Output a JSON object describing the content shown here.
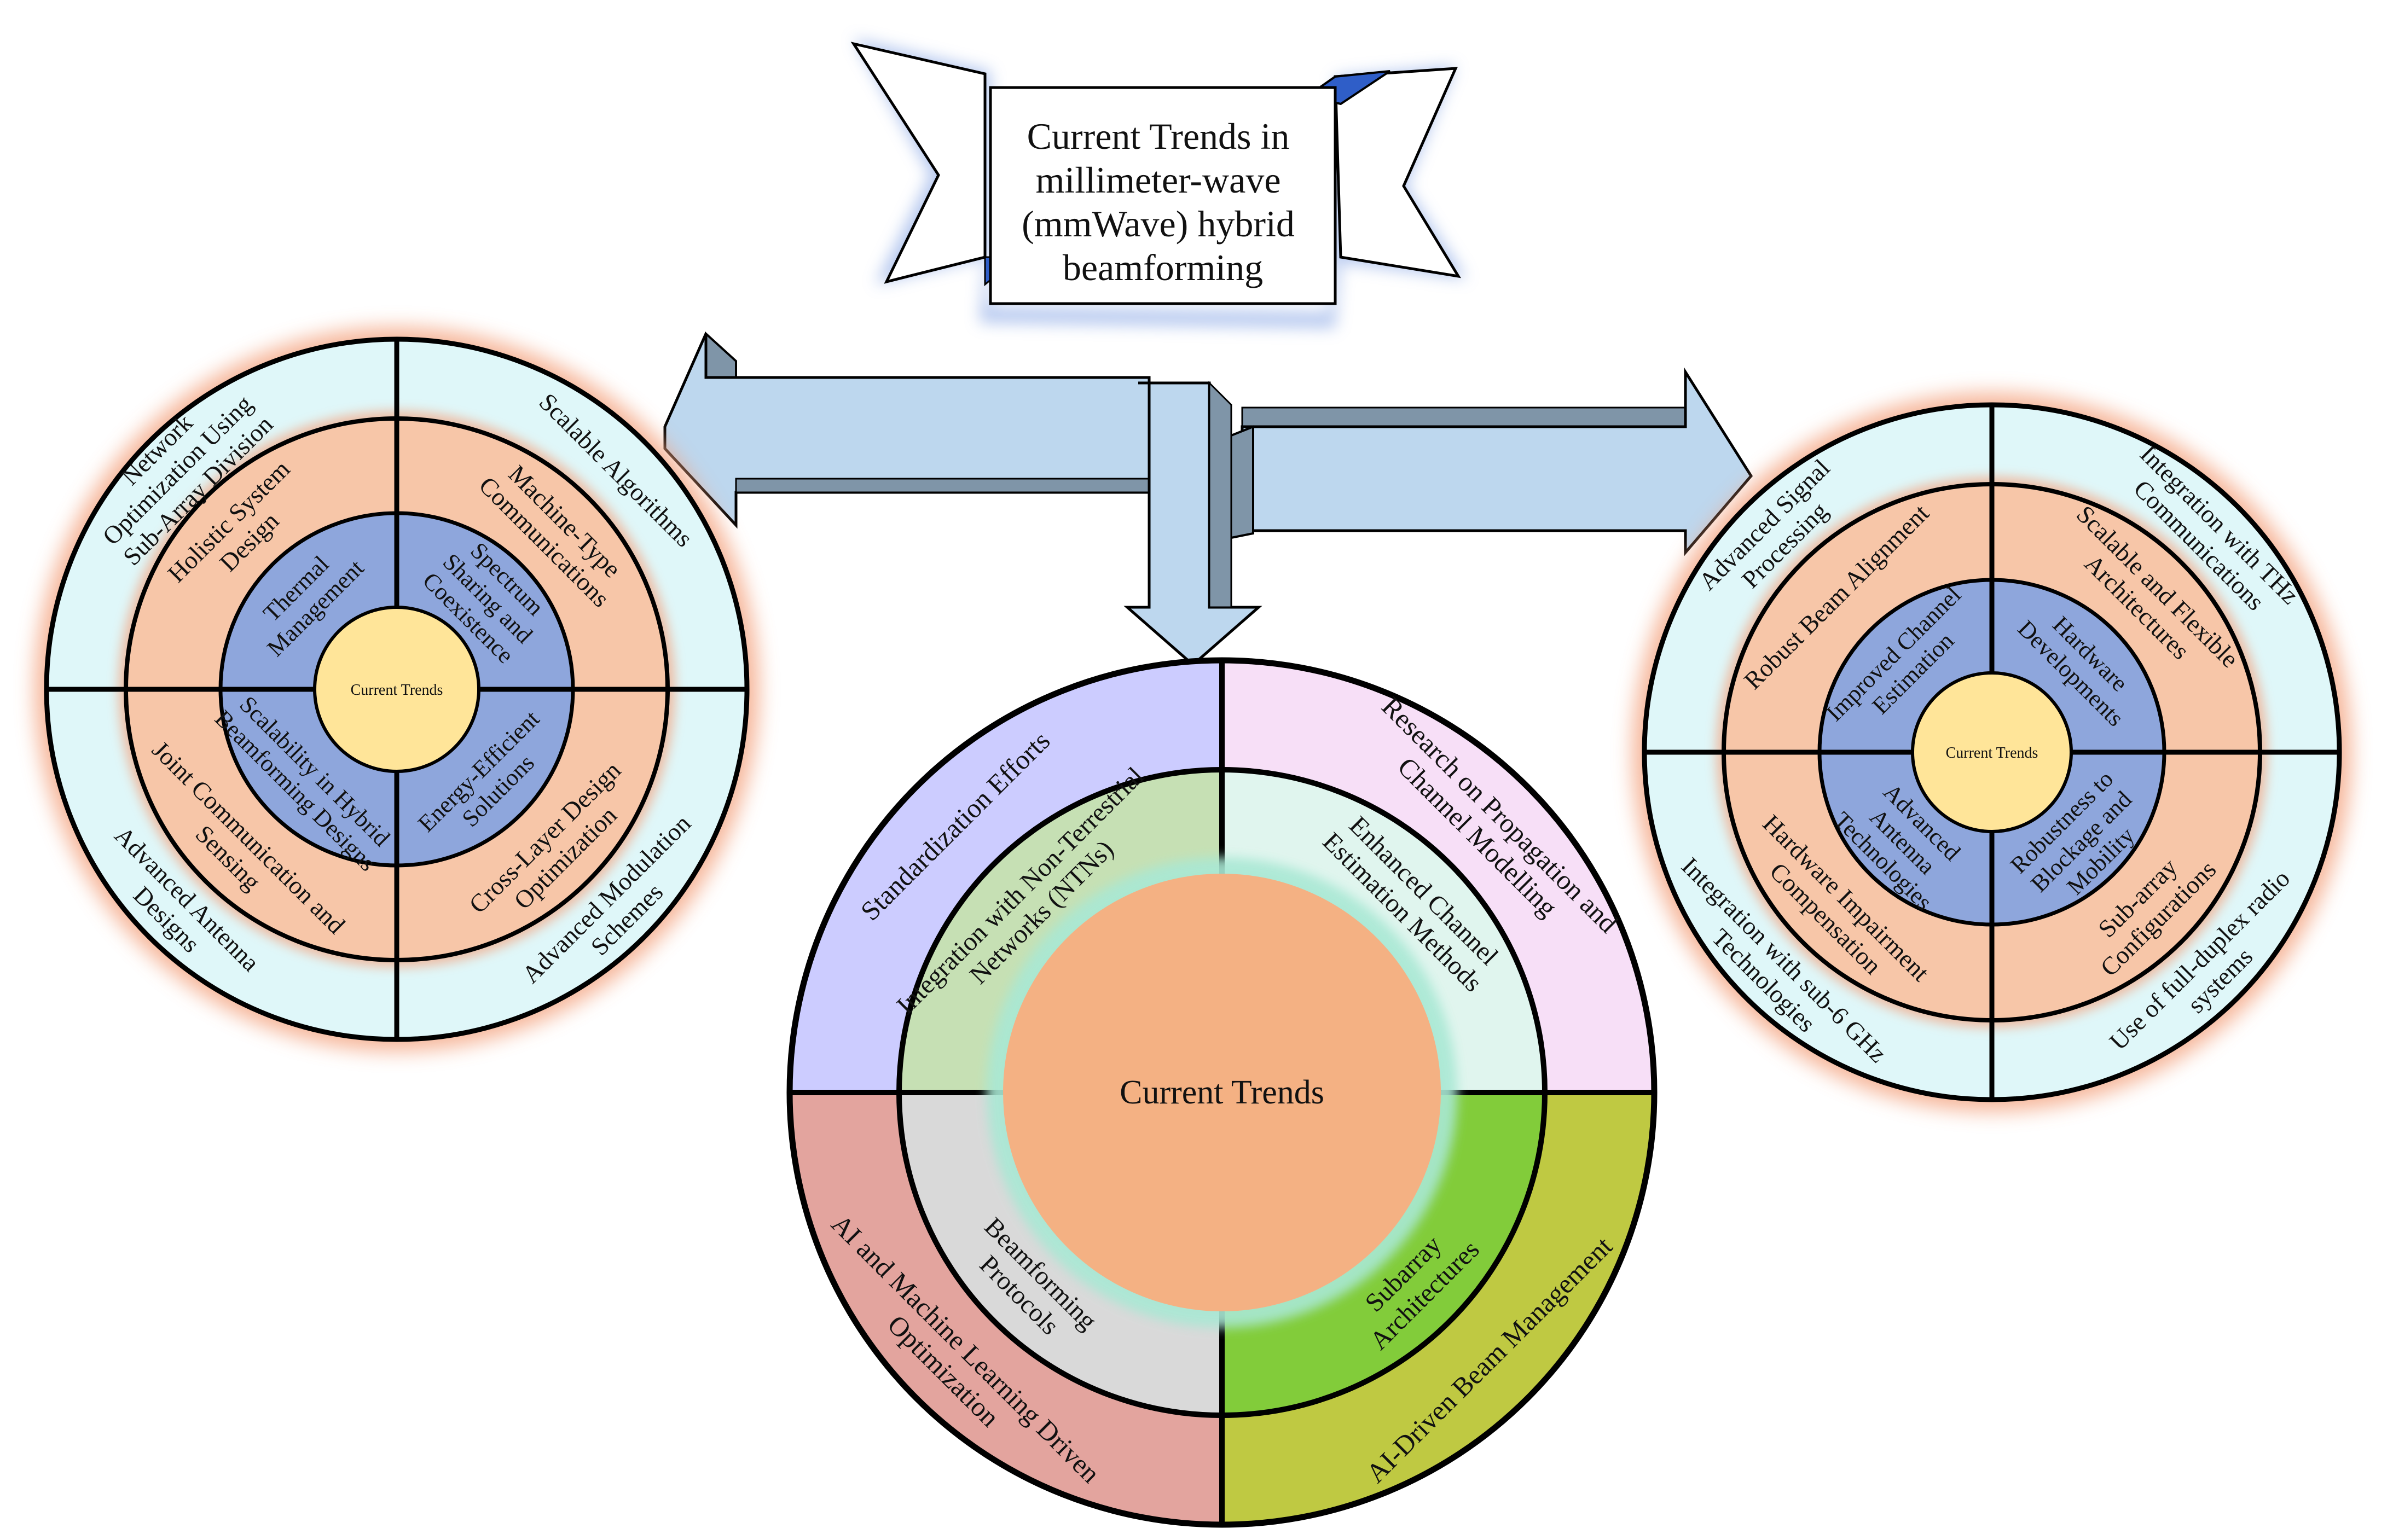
{
  "title": {
    "lines": [
      "Current Trends in",
      "millimeter-wave",
      "(mmWave) hybrid",
      "beamforming"
    ]
  },
  "colors": {
    "arrow_fill": "#bdd7ee",
    "arrow_side": "#7f95a8",
    "ring_glow": "#f4a582",
    "left_outer": "#dff7f9",
    "left_middle": "#f7c6a8",
    "left_inner": "#8ea6dc",
    "left_center": "#ffe599",
    "center_circle": "#f4b183"
  },
  "left_wheel": {
    "center_label": "Current Trends",
    "outer": [
      {
        "lines": [
          "Network",
          "Optimization Using",
          "Sub-Array Division"
        ]
      },
      {
        "lines": [
          "Scalable Algorithms"
        ]
      },
      {
        "lines": [
          "Advanced Modulation",
          "Schemes"
        ]
      },
      {
        "lines": [
          "Advanced Antenna",
          "Designs"
        ]
      }
    ],
    "middle": [
      {
        "lines": [
          "Holistic System",
          "Design"
        ]
      },
      {
        "lines": [
          "Machine-Type",
          "Communications"
        ]
      },
      {
        "lines": [
          "Cross-Layer Design",
          "Optimization"
        ]
      },
      {
        "lines": [
          "Joint Communication and",
          "Sensing"
        ]
      }
    ],
    "inner": [
      {
        "lines": [
          "Thermal",
          "Management"
        ]
      },
      {
        "lines": [
          "Spectrum",
          "Sharing and",
          "Coexistence"
        ]
      },
      {
        "lines": [
          "Energy-Efficient",
          "Solutions"
        ]
      },
      {
        "lines": [
          "Scalability in Hybrid",
          "Beamforming Designs"
        ]
      }
    ]
  },
  "right_wheel": {
    "center_label": "Current Trends",
    "outer": [
      {
        "lines": [
          "Advanced Signal",
          "Processing"
        ]
      },
      {
        "lines": [
          "Integration with THz",
          "Communications"
        ]
      },
      {
        "lines": [
          "Use of full-duplex radio",
          "systems"
        ]
      },
      {
        "lines": [
          "Integration with sub-6 GHz",
          "Technologies"
        ]
      }
    ],
    "middle": [
      {
        "lines": [
          "Robust Beam Alignment"
        ]
      },
      {
        "lines": [
          "Scalable and Flexible",
          "Architectures"
        ]
      },
      {
        "lines": [
          "Sub-array",
          "Configurations"
        ]
      },
      {
        "lines": [
          "Hardware Impairment",
          "Compensation"
        ]
      }
    ],
    "inner": [
      {
        "lines": [
          "Improved Channel",
          "Estimation"
        ]
      },
      {
        "lines": [
          "Hardware",
          "Developments"
        ]
      },
      {
        "lines": [
          "Robustness to",
          "Blockage and",
          "Mobility"
        ]
      },
      {
        "lines": [
          "Advanced",
          "Antenna",
          "Technologies"
        ]
      }
    ]
  },
  "center_wheel": {
    "center_label": "Current Trends",
    "outer": [
      {
        "lines": [
          "Standardization Efforts"
        ],
        "color": "#ccccff"
      },
      {
        "lines": [
          "Research on Propagation and",
          "Channel Modelling"
        ],
        "color": "#f7dff7"
      },
      {
        "lines": [
          "AI-Driven Beam Management"
        ],
        "color": "#bfc942"
      },
      {
        "lines": [
          "AI and Machine Learning Driven",
          "Optimization"
        ],
        "color": "#e3a49e"
      }
    ],
    "middle": [
      {
        "lines": [
          "Integration with Non-Terrestrial",
          "Networks (NTNs)"
        ],
        "color": "#c6e0b4"
      },
      {
        "lines": [
          "Enhanced Channel",
          "Estimation Methods"
        ],
        "color": "#e0f5ee"
      },
      {
        "lines": [
          "Subarray",
          "Architectures"
        ],
        "color": "#82cc3a"
      },
      {
        "lines": [
          "Beamforming",
          "Protocols"
        ],
        "color": "#d9d9d9"
      }
    ]
  }
}
